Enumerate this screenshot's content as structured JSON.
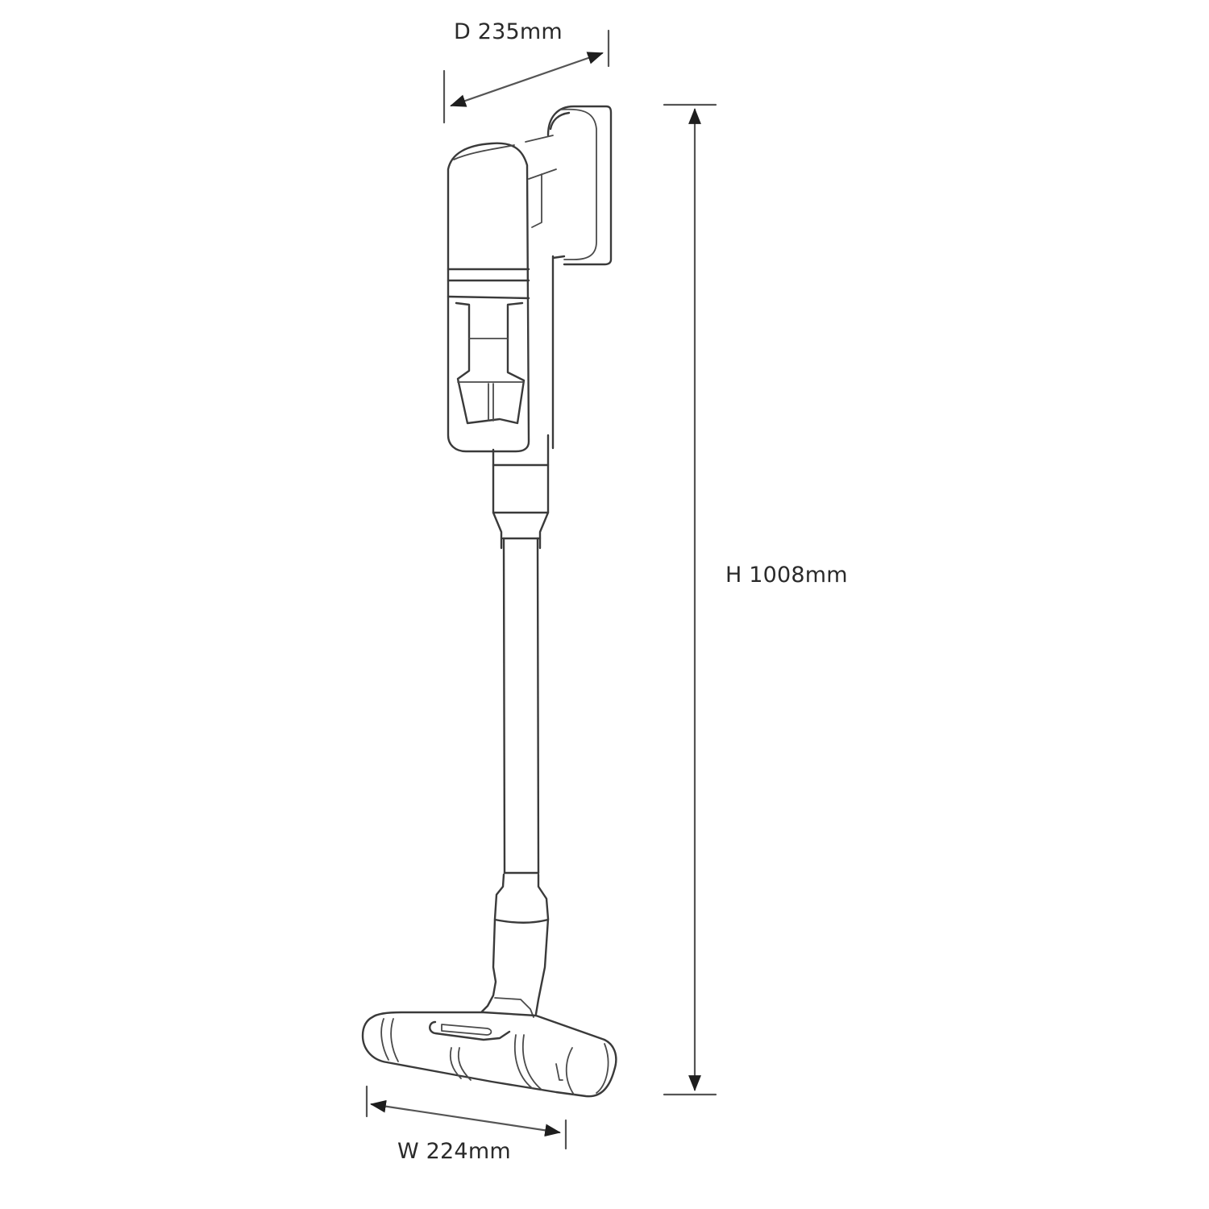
{
  "diagram": {
    "subject": "cordless stick vacuum cleaner line drawing",
    "line_color": "#3a3a3a",
    "background": "#ffffff",
    "dimensions": {
      "depth": {
        "label": "D 235mm",
        "axis": "depth",
        "value": 235,
        "unit": "mm"
      },
      "height": {
        "label": "H 1008mm",
        "axis": "height",
        "value": 1008,
        "unit": "mm"
      },
      "width": {
        "label": "W 224mm",
        "axis": "width",
        "value": 224,
        "unit": "mm"
      }
    },
    "parts": [
      "handle",
      "motor-body",
      "dust-bin",
      "cyclone-filter",
      "wand-connector",
      "wand-tube",
      "floor-head-neck",
      "floor-head-brush"
    ]
  }
}
